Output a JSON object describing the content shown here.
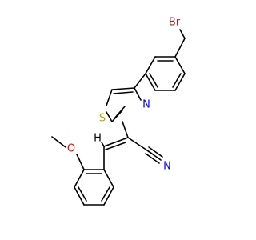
{
  "molecule": {
    "atoms": {
      "bromine": {
        "text": "Br",
        "color": "#a52a2a"
      },
      "nitrogen_thiazole": {
        "text": "N",
        "color": "#0000ff"
      },
      "sulfur": {
        "text": "S",
        "color": "#b8a400"
      },
      "nitrogen_nitrile": {
        "text": "N",
        "color": "#0000ff"
      },
      "oxygen_methoxy": {
        "text": "O",
        "color": "#ff0000"
      },
      "hydrogen_vinyl": {
        "text": "H",
        "color": "#000000"
      }
    }
  }
}
